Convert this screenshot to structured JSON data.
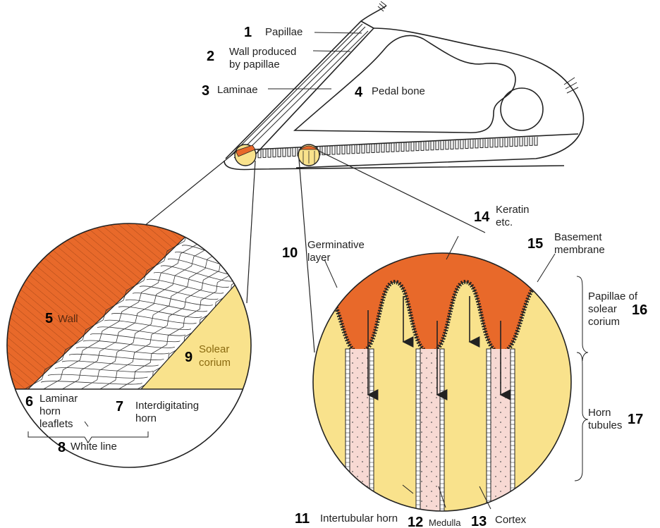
{
  "labels": {
    "l1": {
      "num": "1",
      "text": "Papillae"
    },
    "l2": {
      "num": "2",
      "line1": "Wall produced",
      "line2": "by papillae"
    },
    "l3": {
      "num": "3",
      "text": "Laminae"
    },
    "l4": {
      "num": "4",
      "text": "Pedal bone"
    },
    "l5": {
      "num": "5",
      "text": "Wall"
    },
    "l6": {
      "num": "6",
      "line1": "Laminar",
      "line2": "horn",
      "line3": "leaflets"
    },
    "l7": {
      "num": "7",
      "line1": "Interdigitating",
      "line2": "horn"
    },
    "l8": {
      "num": "8",
      "text": "White line"
    },
    "l9": {
      "num": "9",
      "line1": "Solear",
      "line2": "corium"
    },
    "l10": {
      "num": "10",
      "line1": "Germinative",
      "line2": "layer"
    },
    "l11": {
      "num": "11",
      "text": "Intertubular horn"
    },
    "l12": {
      "num": "12",
      "text": "Medulla"
    },
    "l13": {
      "num": "13",
      "text": "Cortex"
    },
    "l14": {
      "num": "14",
      "line1": "Keratin",
      "line2": "etc."
    },
    "l15": {
      "num": "15",
      "line1": "Basement",
      "line2": "membrane"
    },
    "l16": {
      "num": "16",
      "line1": "Papillae of",
      "line2": "solear",
      "line3": "corium"
    },
    "l17": {
      "num": "17",
      "line1": "Horn",
      "line2": "tubules"
    }
  },
  "colors": {
    "wall": "#e8692a",
    "sole": "#f9e28c",
    "medulla": "#f7d9d3",
    "outline": "#222222"
  }
}
